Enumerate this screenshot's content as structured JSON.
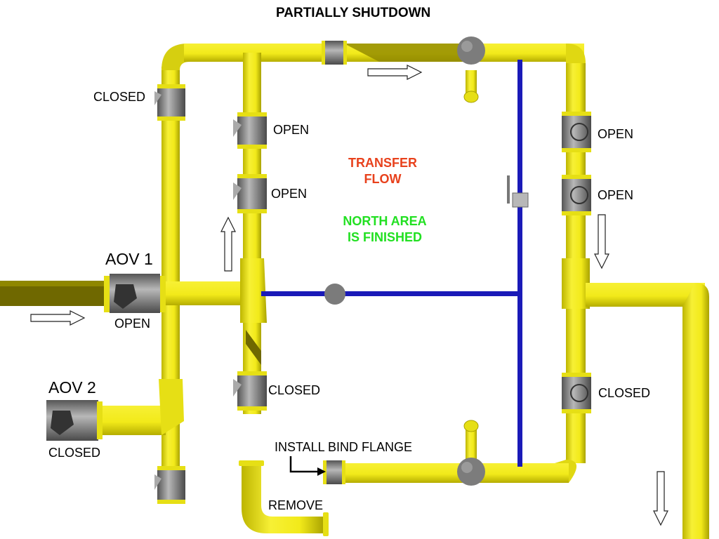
{
  "title": "PARTIALLY SHUTDOWN",
  "status": {
    "transfer_line1": "TRANSFER",
    "transfer_line2": "FLOW",
    "north_line1": "NORTH AREA",
    "north_line2": "IS FINISHED"
  },
  "valves": {
    "top_left_valve_label": "CLOSED",
    "inner_upper_valve_label": "OPEN",
    "inner_lower_valve_label": "OPEN",
    "inner_bottom_valve_label": "CLOSED",
    "right_upper_valve_label": "OPEN",
    "right_lower_valve_label": "OPEN",
    "right_bottom_valve_label": "CLOSED"
  },
  "aov1": {
    "name": "AOV 1",
    "state": "OPEN"
  },
  "aov2": {
    "name": "AOV 2",
    "state": "CLOSED"
  },
  "notes": {
    "bind_flange": "INSTALL BIND FLANGE",
    "remove": "REMOVE"
  },
  "colors": {
    "pipe": "#f2ea1a",
    "pipe_shadow": "#bdb500",
    "pipe_dark": "#6f6800",
    "blue_line": "#1a1ab8",
    "valve_gray": "#8a8a8a",
    "transfer_text": "#e8411c",
    "north_text": "#22e022"
  }
}
